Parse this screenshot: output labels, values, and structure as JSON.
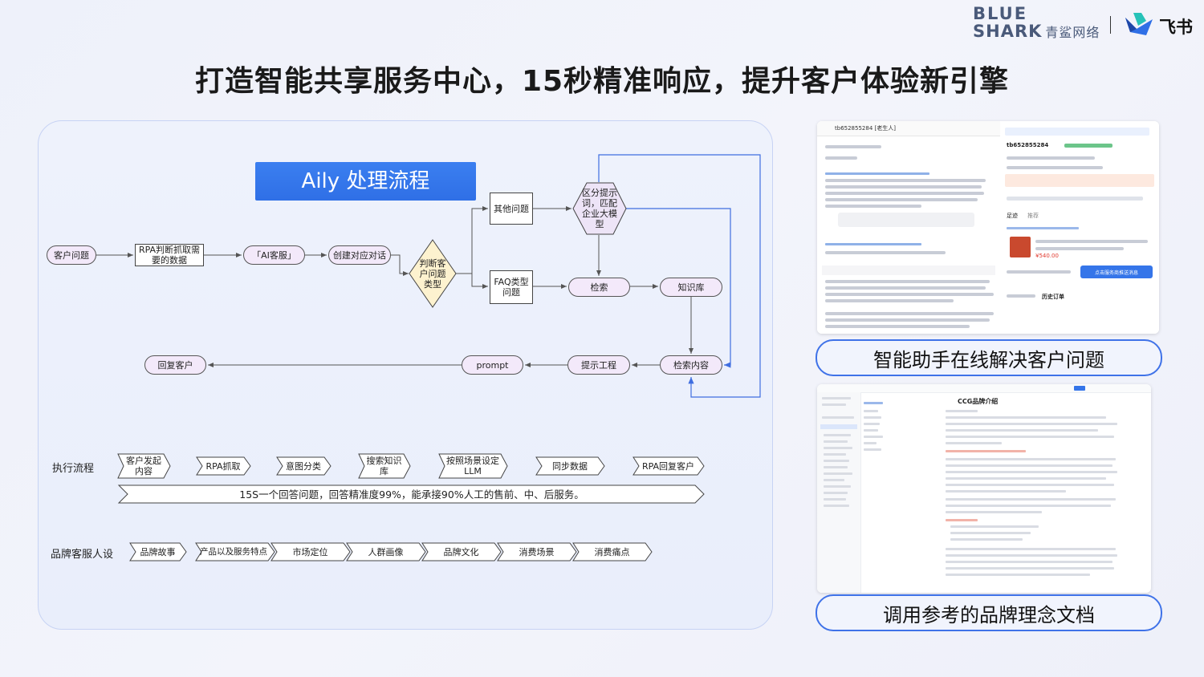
{
  "header": {
    "title": "打造智能共享服务中心，15秒精准响应，提升客户体验新引擎",
    "brand_line1": "BLUE",
    "brand_line2": "SHARK",
    "brand_cn": "青鲨网络",
    "feishu": "飞书"
  },
  "flow": {
    "header": "Aily 处理流程",
    "nodes": {
      "customer_question": "客户问题",
      "rpa_grab": "RPA判断抓取需要的数据",
      "ai_service": "「AI客服」",
      "create_dialog": "创建对应对话",
      "judge_type": "判断客户问题类型",
      "other_question": "其他问题",
      "faq_question": "FAQ类型问题",
      "segment_prompt": "区分提示词，匹配企业大模型",
      "retrieve": "检索",
      "knowledge_base": "知识库",
      "retrieved_content": "检索内容",
      "prompt_engineering": "提示工程",
      "prompt": "prompt",
      "reply_customer": "回复客户"
    }
  },
  "exec_row": {
    "label": "执行流程",
    "steps": [
      "客户发起内容",
      "RPA抓取",
      "意图分类",
      "搜索知识库",
      "按照场景设定LLM",
      "同步数据",
      "RPA回复客户"
    ],
    "summary": "15S一个回答问题，回答精准度99%，能承接90%人工的售前、中、后服务。"
  },
  "brand_row": {
    "label": "品牌客服人设",
    "steps": [
      "品牌故事",
      "产品以及服务特点",
      "市场定位",
      "人群画像",
      "品牌文化",
      "消费场景",
      "消费痛点"
    ]
  },
  "right": {
    "caption1": "智能助手在线解决客户问题",
    "caption2": "调用参考的品牌理念文档",
    "shot1": {
      "chat_title": "tb652855284 [老生人]",
      "customer_id": "tb652855284",
      "tabs": [
        "足迹",
        "推荐"
      ],
      "price": "¥540.00",
      "button": "点击服务商推送消息",
      "order_tab": "历史订单"
    },
    "shot2": {
      "doc_title": "CCG品牌介绍"
    }
  },
  "colors": {
    "accent": "#3f72e8",
    "pill_fill": "#f3e9fa",
    "diamond_fill": "#fdf2cf",
    "hex_fill": "#ede4f7"
  }
}
